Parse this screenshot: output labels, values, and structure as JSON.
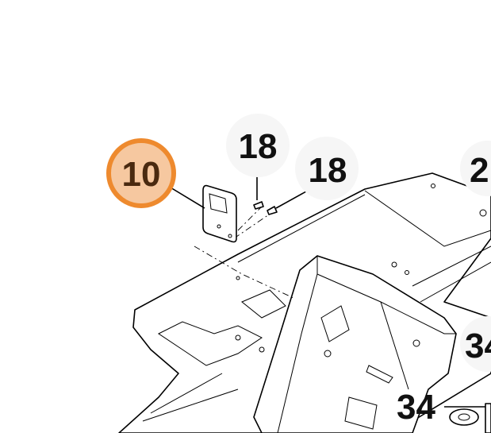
{
  "diagram": {
    "callouts": [
      {
        "label": "10",
        "highlighted": true
      },
      {
        "label": "18"
      },
      {
        "label": "18"
      },
      {
        "label": "2"
      },
      {
        "label": "34"
      },
      {
        "label": "34"
      }
    ],
    "colors": {
      "highlight_ring": "#EE8A2E",
      "highlight_fill": "#F6C8A0",
      "highlight_text": "#4A2A10",
      "label_text": "#111111",
      "label_halo": "#F7F7F7"
    }
  }
}
